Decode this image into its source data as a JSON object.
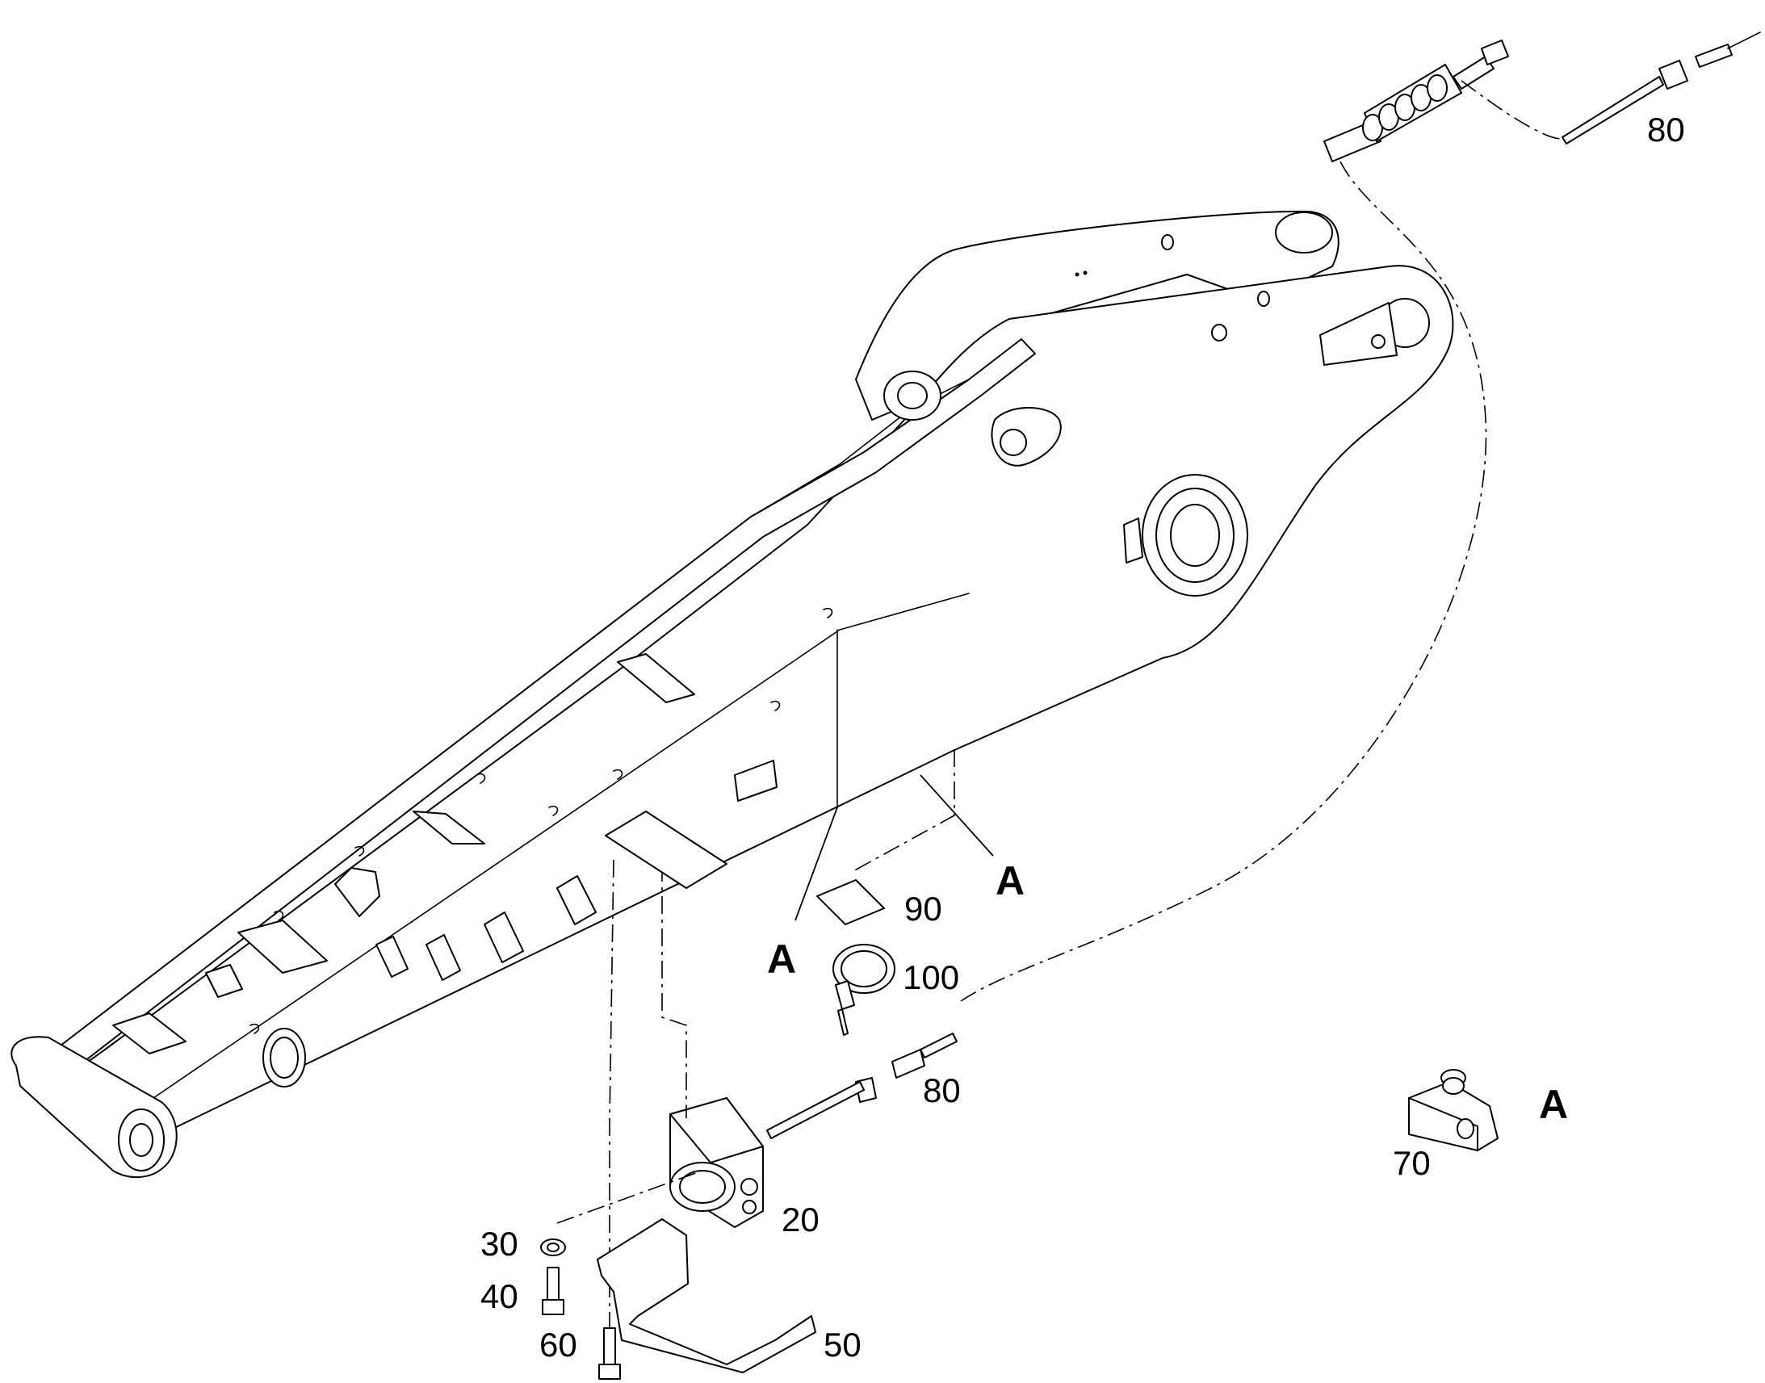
{
  "callouts": {
    "c80_top": "80",
    "c90": "90",
    "c100": "100",
    "c80_mid": "80",
    "c20": "20",
    "c30": "30",
    "c40": "40",
    "c60": "60",
    "c50": "50",
    "c70": "70"
  },
  "detail_letters": {
    "a_right": "A",
    "a_left": "A",
    "a_detail": "A"
  },
  "colors": {
    "line": "#000000",
    "background": "#ffffff"
  }
}
